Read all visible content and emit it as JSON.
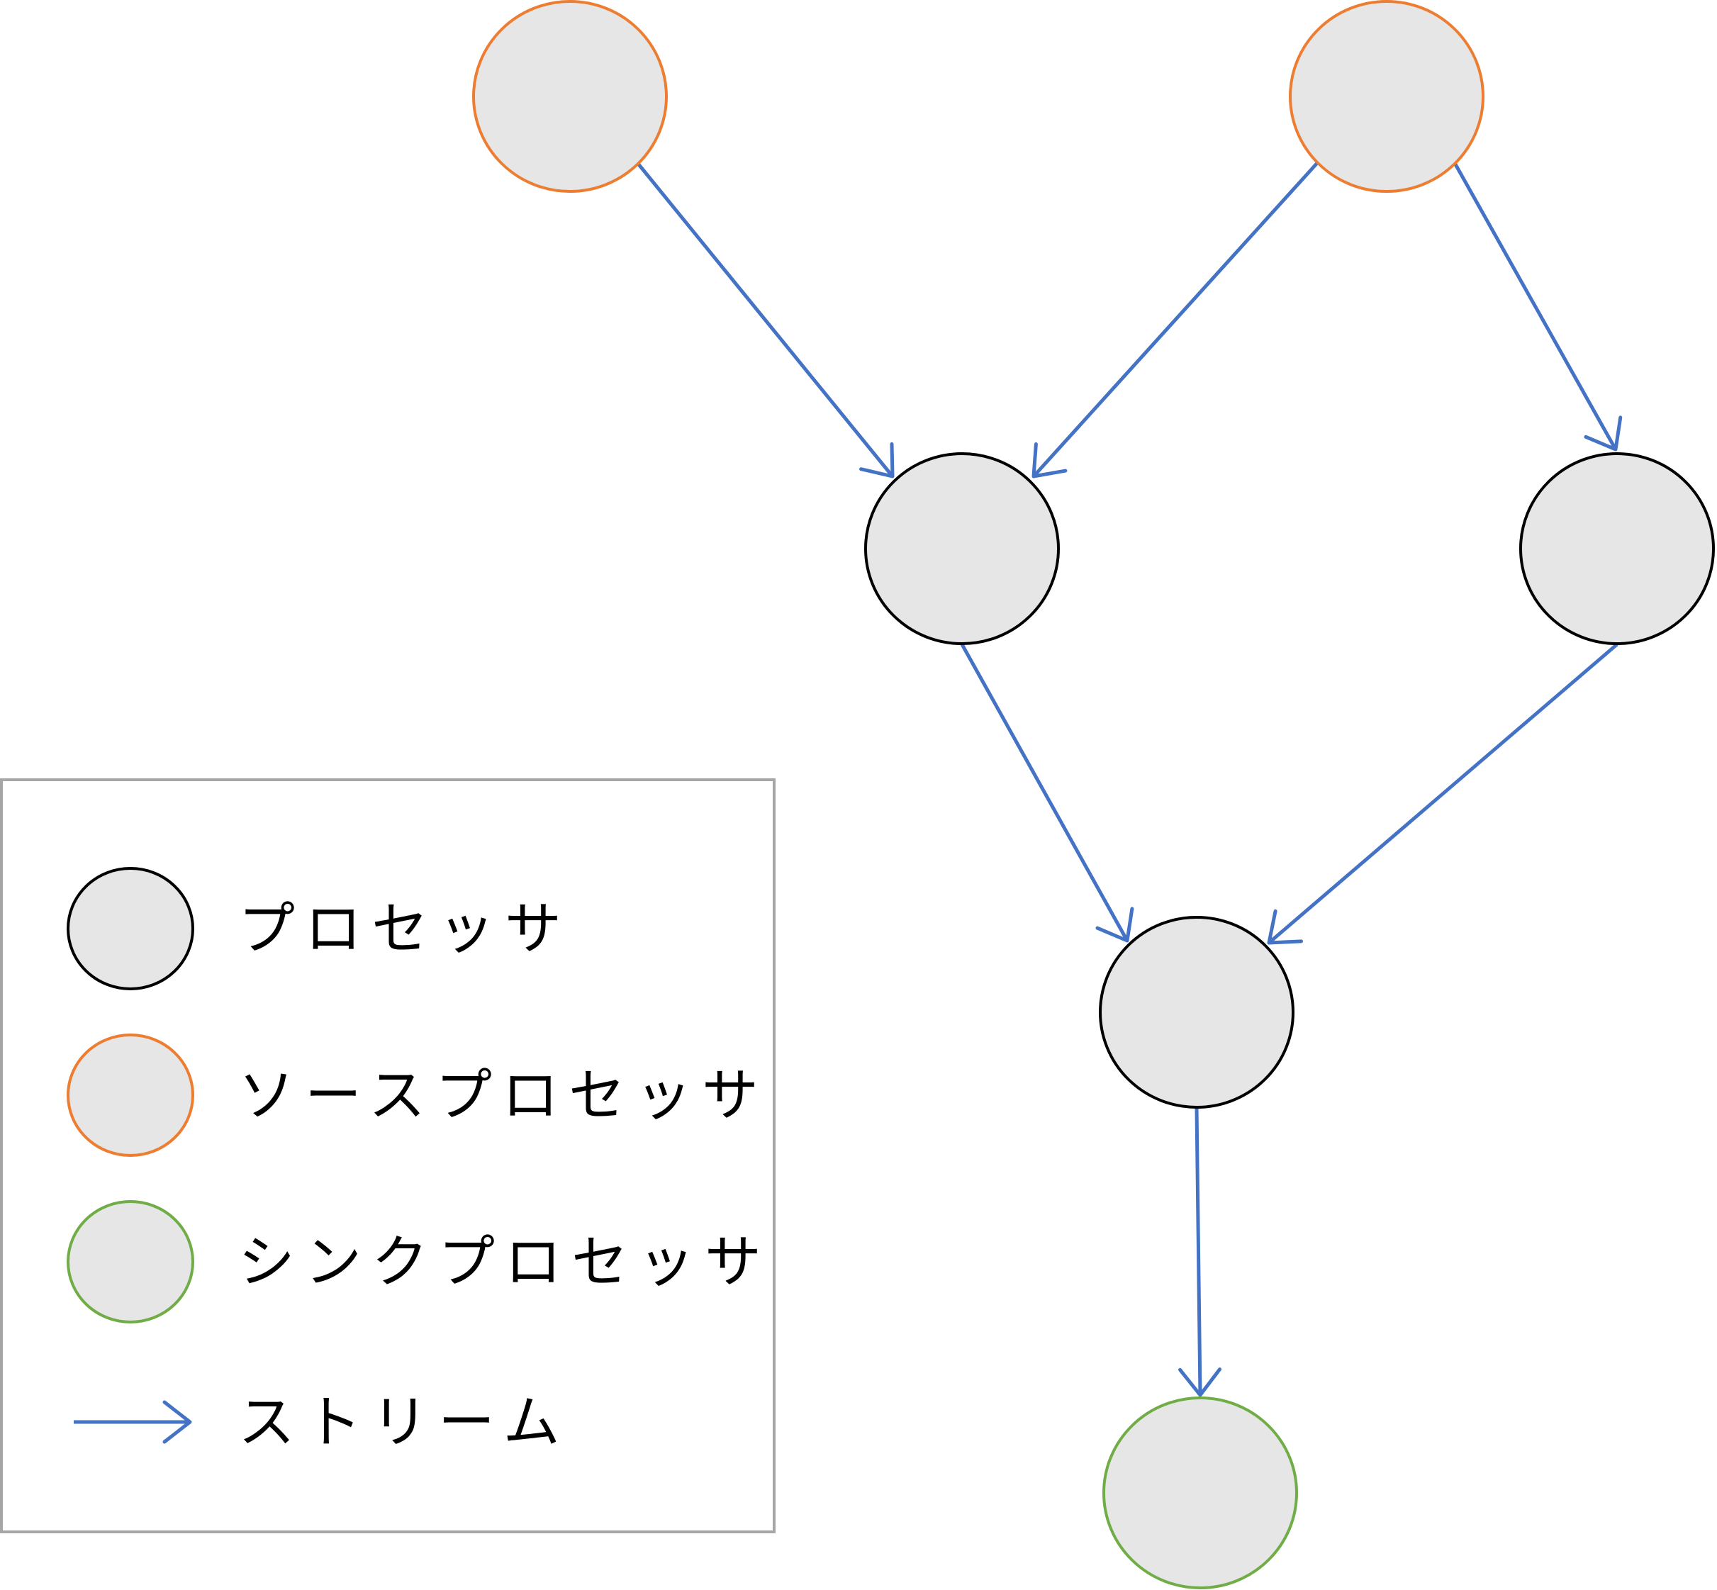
{
  "colors": {
    "node_fill": "#e6e6e6",
    "processor_stroke": "#000000",
    "source_stroke": "#ed7d31",
    "sink_stroke": "#70ad47",
    "stream": "#4472c4",
    "legend_border": "#a6a6a6"
  },
  "graph": {
    "nodes": [
      {
        "id": "source-1",
        "kind": "source"
      },
      {
        "id": "source-2",
        "kind": "source"
      },
      {
        "id": "processor-1",
        "kind": "processor"
      },
      {
        "id": "processor-2",
        "kind": "processor"
      },
      {
        "id": "processor-3",
        "kind": "processor"
      },
      {
        "id": "sink-1",
        "kind": "sink"
      }
    ],
    "edges": [
      {
        "from": "source-1",
        "to": "processor-1"
      },
      {
        "from": "source-2",
        "to": "processor-1"
      },
      {
        "from": "source-2",
        "to": "processor-2"
      },
      {
        "from": "processor-1",
        "to": "processor-3"
      },
      {
        "from": "processor-2",
        "to": "processor-3"
      },
      {
        "from": "processor-3",
        "to": "sink-1"
      }
    ]
  },
  "legend": {
    "processor_label": "プロセッサ",
    "source_label": "ソースプロセッサ",
    "sink_label": "シンクプロセッサ",
    "stream_label": "ストリーム"
  }
}
